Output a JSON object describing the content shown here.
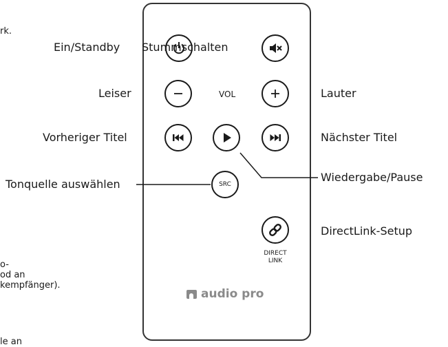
{
  "left_fragments": {
    "top": "rk.",
    "bottom1": "o-",
    "bottom2": "od an",
    "bottom3": "kempfänger).",
    "bottom4": "le an"
  },
  "labels": {
    "power": "Ein/Standby",
    "mute": "Stummschalten",
    "vol_down": "Leiser",
    "vol": "VOL",
    "vol_up": "Lauter",
    "prev": "Vorheriger Titel",
    "next": "Nächster Titel",
    "play_pause": "Wiedergabe/Pause",
    "source": "Tonquelle auswählen",
    "directlink": "DirectLink-Setup",
    "src_button": "SRC",
    "direct": "DIRECT",
    "link": "LINK",
    "brand": "audio pro"
  },
  "icons": {
    "power": "power-icon",
    "mute": "mute-icon",
    "minus": "minus-icon",
    "plus": "plus-icon",
    "prev": "skip-previous-icon",
    "play": "play-icon",
    "next": "skip-next-icon",
    "link": "link-icon",
    "brand_logo": "audio-pro-logo-icon"
  }
}
